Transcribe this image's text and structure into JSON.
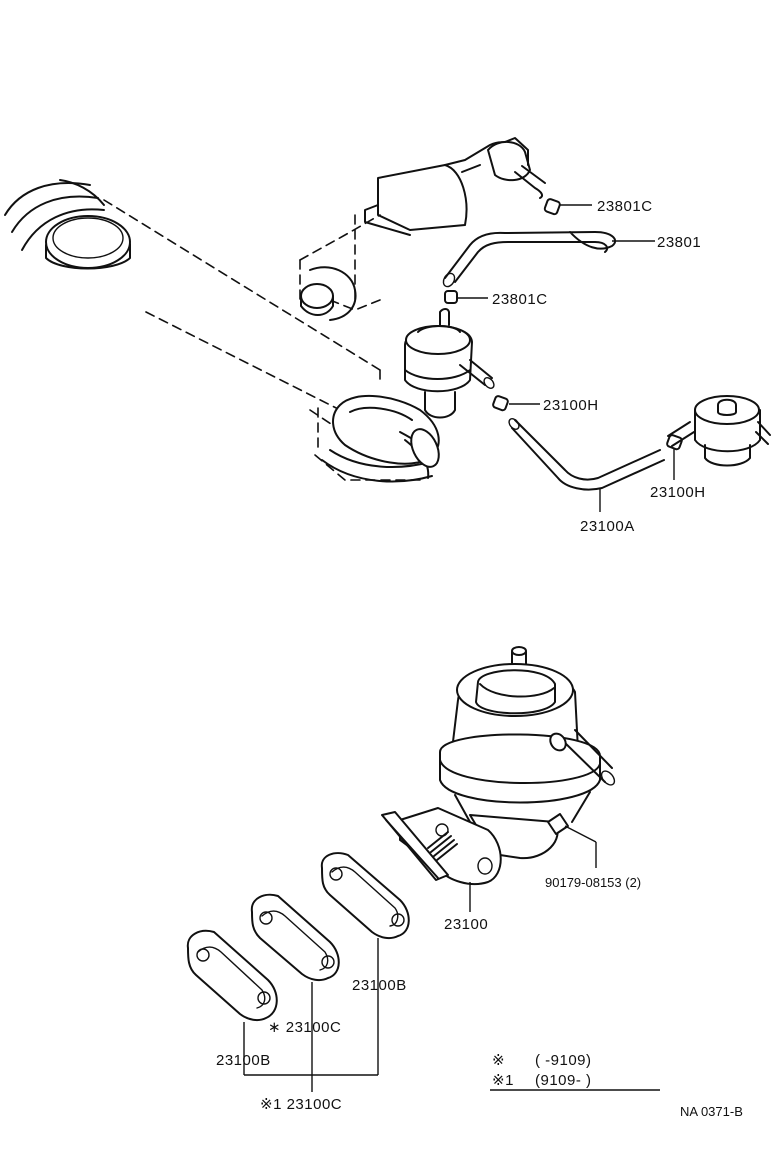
{
  "labels": {
    "p23801C_top": "23801C",
    "p23801": "23801",
    "p23801C_bottom": "23801C",
    "p23100H_left": "23100H",
    "p23100H_right": "23100H",
    "p23100A": "23100A",
    "p90179": "90179-08153 (2)",
    "p23100": "23100",
    "p23100B_right": "23100B",
    "p23100C_star": "∗ 23100C",
    "p23100B_left": "23100B",
    "p23100C_star1": "※1 23100C"
  },
  "legend": {
    "row1_mark": "※",
    "row1_range": "(       -9109)",
    "row2_mark": "※1",
    "row2_range": "(9109-        )"
  },
  "drawing_code": "NA 0371-B"
}
